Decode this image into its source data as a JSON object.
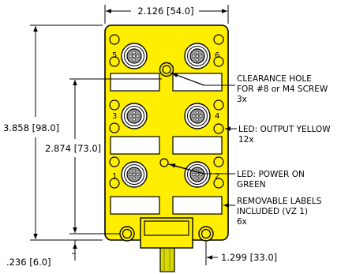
{
  "dimensions": {
    "width": "2.126 [54.0]",
    "height_total": "3.858 [98.0]",
    "height_mount": "2.874 [73.0]",
    "bottom_offset": ".236 [6.0]",
    "mount_spacing": "1.299 [33.0]"
  },
  "ports": [
    "1",
    "2",
    "3",
    "4",
    "5",
    "6"
  ],
  "callouts": {
    "clearance_hole": {
      "line1": "CLEARANCE HOLE",
      "line2": "FOR #8 or M4 SCREW",
      "line3": "3x"
    },
    "led_output": {
      "line1": "LED: OUTPUT YELLOW",
      "line2": "12x"
    },
    "led_power": {
      "line1": "LED: POWER ON",
      "line2": "GREEN"
    },
    "labels": {
      "line1": "REMOVABLE LABELS",
      "line2": "INCLUDED (VZ 1)",
      "line3": "6x"
    }
  },
  "colors": {
    "body": "#ffee00",
    "outline": "#000000",
    "label_fill": "#ffffff",
    "cable": "#d9d900"
  }
}
